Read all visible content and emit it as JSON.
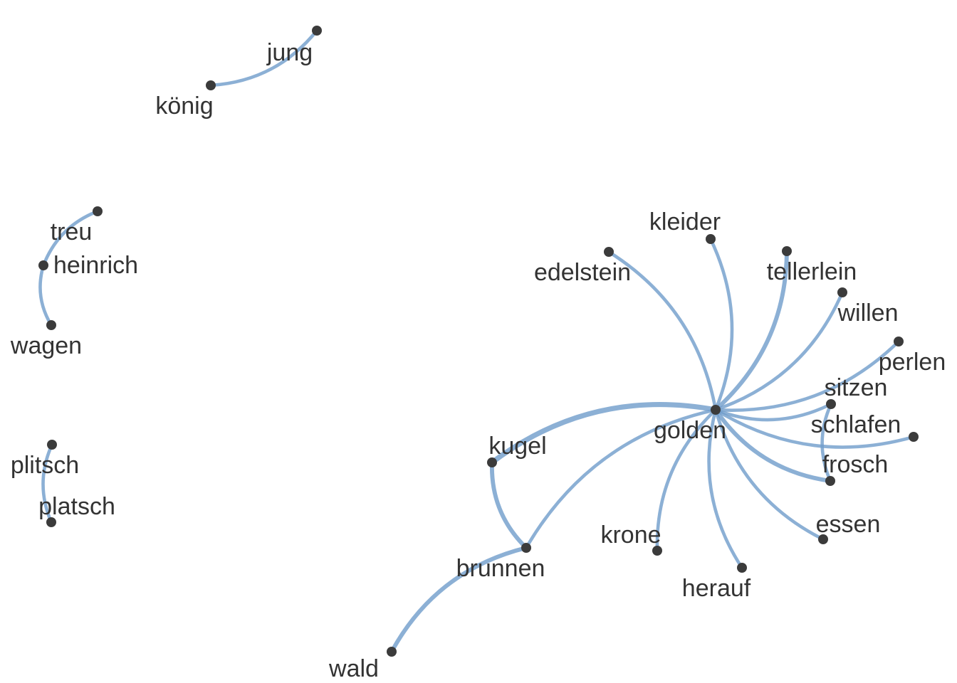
{
  "colors": {
    "edge": "#6f9ccb",
    "node": "#3b3b3b",
    "label": "#333333",
    "background": "#ffffff"
  },
  "nodes": [
    {
      "id": "jung",
      "label": "jung"
    },
    {
      "id": "koenig",
      "label": "könig"
    },
    {
      "id": "treu",
      "label": "treu"
    },
    {
      "id": "heinrich",
      "label": "heinrich"
    },
    {
      "id": "wagen",
      "label": "wagen"
    },
    {
      "id": "plitsch",
      "label": "plitsch"
    },
    {
      "id": "platsch",
      "label": "platsch"
    },
    {
      "id": "kleider",
      "label": "kleider"
    },
    {
      "id": "edelstein",
      "label": "edelstein"
    },
    {
      "id": "tellerlein",
      "label": "tellerlein"
    },
    {
      "id": "willen",
      "label": "willen"
    },
    {
      "id": "perlen",
      "label": "perlen"
    },
    {
      "id": "sitzen",
      "label": "sitzen"
    },
    {
      "id": "golden",
      "label": "golden"
    },
    {
      "id": "schlafen",
      "label": "schlafen"
    },
    {
      "id": "kugel",
      "label": "kugel"
    },
    {
      "id": "frosch",
      "label": "frosch"
    },
    {
      "id": "krone",
      "label": "krone"
    },
    {
      "id": "essen",
      "label": "essen"
    },
    {
      "id": "brunnen",
      "label": "brunnen"
    },
    {
      "id": "herauf",
      "label": "herauf"
    },
    {
      "id": "wald",
      "label": "wald"
    }
  ],
  "edges": [
    {
      "source": "koenig",
      "target": "jung",
      "weight": 2
    },
    {
      "source": "treu",
      "target": "heinrich",
      "weight": 2
    },
    {
      "source": "heinrich",
      "target": "wagen",
      "weight": 2
    },
    {
      "source": "plitsch",
      "target": "platsch",
      "weight": 2
    },
    {
      "source": "golden",
      "target": "kugel",
      "weight": 4
    },
    {
      "source": "golden",
      "target": "edelstein",
      "weight": 2
    },
    {
      "source": "golden",
      "target": "kleider",
      "weight": 2
    },
    {
      "source": "golden",
      "target": "tellerlein",
      "weight": 3
    },
    {
      "source": "golden",
      "target": "willen",
      "weight": 2
    },
    {
      "source": "golden",
      "target": "perlen",
      "weight": 2
    },
    {
      "source": "golden",
      "target": "sitzen",
      "weight": 2
    },
    {
      "source": "golden",
      "target": "schlafen",
      "weight": 2
    },
    {
      "source": "golden",
      "target": "frosch",
      "weight": 3
    },
    {
      "source": "golden",
      "target": "essen",
      "weight": 2
    },
    {
      "source": "golden",
      "target": "herauf",
      "weight": 2
    },
    {
      "source": "golden",
      "target": "krone",
      "weight": 2
    },
    {
      "source": "golden",
      "target": "brunnen",
      "weight": 2
    },
    {
      "source": "sitzen",
      "target": "frosch",
      "weight": 2
    },
    {
      "source": "kugel",
      "target": "brunnen",
      "weight": 3
    },
    {
      "source": "brunnen",
      "target": "wald",
      "weight": 3
    }
  ]
}
